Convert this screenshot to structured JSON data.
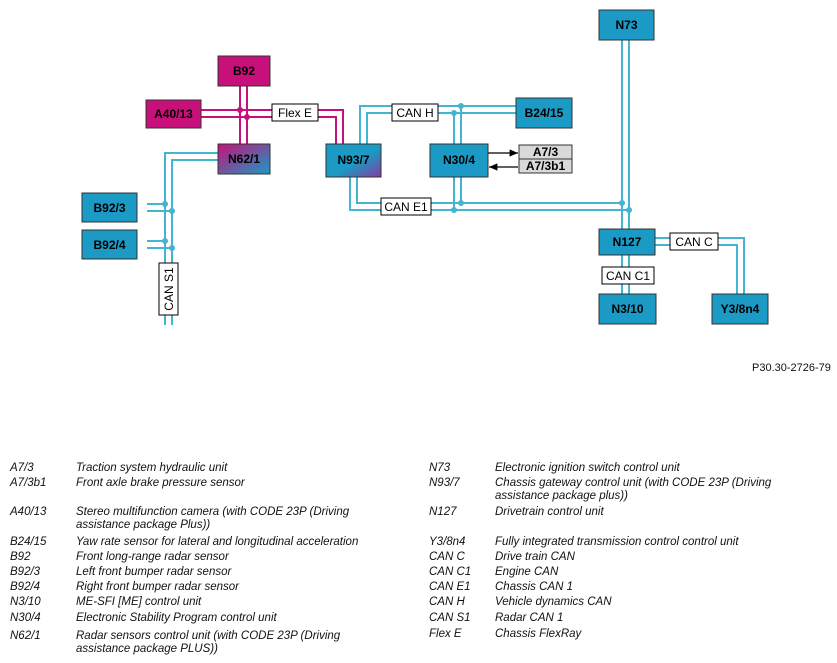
{
  "diagram": {
    "units": {
      "n73": "N73",
      "b92": "B92",
      "a40_13": "A40/13",
      "b24_15": "B24/15",
      "n62_1": "N62/1",
      "n93_7": "N93/7",
      "n30_4": "N30/4",
      "a7_3": "A7/3",
      "a7_3b1": "A7/3b1",
      "b92_3": "B92/3",
      "b92_4": "B92/4",
      "n127": "N127",
      "n3_10": "N3/10",
      "y3_8n4": "Y3/8n4"
    },
    "buses": {
      "flex_e": "Flex E",
      "can_h": "CAN H",
      "can_e1": "CAN E1",
      "can_c": "CAN C",
      "can_c1": "CAN C1",
      "can_s1": "CAN S1"
    },
    "colors": {
      "can_line": "#44b4d0",
      "flexray_line": "#c8107a",
      "unit_fill": "#1a9ac4",
      "flexray_fill": "#c8107a",
      "grey_fill": "#d9d9d9"
    }
  },
  "reference": "P30.30-2726-79",
  "legend": {
    "left": [
      {
        "code": "A7/3",
        "desc": [
          "Traction system hydraulic unit"
        ]
      },
      {
        "code": "A7/3b1",
        "desc": [
          "Front axle brake pressure sensor"
        ]
      },
      {
        "code": "A40/13",
        "desc": [
          "Stereo multifunction camera (with CODE 23P (Driving",
          "assistance package Plus))"
        ]
      },
      {
        "code": "B24/15",
        "desc": [
          "Yaw rate sensor for lateral and longitudinal acceleration"
        ]
      },
      {
        "code": "B92",
        "desc": [
          "Front long-range radar sensor"
        ]
      },
      {
        "code": "B92/3",
        "desc": [
          "Left front bumper radar sensor"
        ]
      },
      {
        "code": "B92/4",
        "desc": [
          "Right front bumper radar sensor"
        ]
      },
      {
        "code": "N3/10",
        "desc": [
          "ME-SFI [ME] control unit"
        ]
      },
      {
        "code": "N30/4",
        "desc": [
          "Electronic Stability Program control unit"
        ]
      },
      {
        "code": "N62/1",
        "desc": [
          "Radar sensors control unit (with CODE 23P (Driving",
          "assistance package PLUS))"
        ]
      }
    ],
    "right": [
      {
        "code": "N73",
        "desc": [
          "Electronic ignition switch control unit"
        ]
      },
      {
        "code": "N93/7",
        "desc": [
          "Chassis gateway control unit (with CODE 23P (Driving",
          "assistance package plus))"
        ]
      },
      {
        "code": "N127",
        "desc": [
          "Drivetrain control unit"
        ]
      },
      {
        "code": "Y3/8n4",
        "desc": [
          "Fully integrated transmission control control unit"
        ]
      },
      {
        "code": "CAN C",
        "desc": [
          "Drive train CAN"
        ]
      },
      {
        "code": "CAN C1",
        "desc": [
          "Engine CAN"
        ]
      },
      {
        "code": "CAN E1",
        "desc": [
          "Chassis CAN 1"
        ]
      },
      {
        "code": "CAN H",
        "desc": [
          "Vehicle dynamics CAN"
        ]
      },
      {
        "code": "CAN S1",
        "desc": [
          "Radar CAN 1"
        ]
      },
      {
        "code": "Flex E",
        "desc": [
          "Chassis FlexRay"
        ]
      }
    ]
  }
}
